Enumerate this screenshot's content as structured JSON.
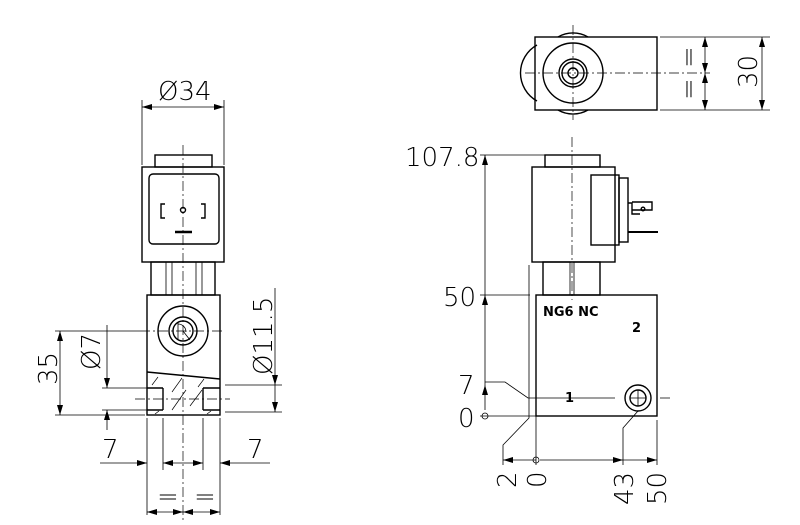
{
  "front_view": {
    "dim_diameter_coil": "Ø34",
    "dim_height_port": "35",
    "dim_diameter_port": "Ø7",
    "dim_diameter_bore": "Ø11.5",
    "dim_left_offset": "7",
    "dim_right_offset": "7",
    "equal_left": "=",
    "equal_right": "="
  },
  "top_view": {
    "dim_width": "30",
    "equal_top": "=",
    "equal_bottom": "="
  },
  "side_view": {
    "valve_label": "NG6 NC",
    "port_2": "2",
    "port_1": "1",
    "heights": [
      "107.8",
      "50",
      "7",
      "0"
    ],
    "widths": [
      "2",
      "0",
      "43",
      "50"
    ]
  }
}
